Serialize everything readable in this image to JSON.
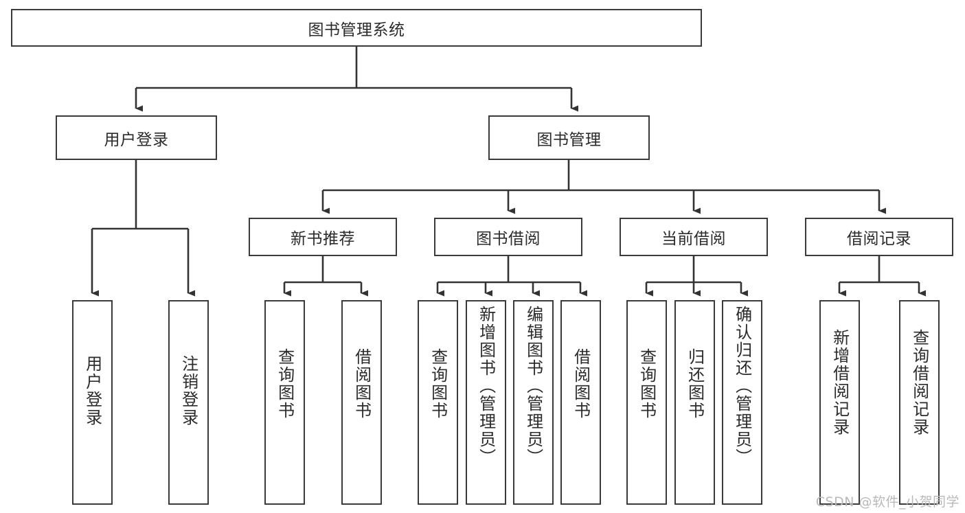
{
  "diagram": {
    "title": "图书管理系统",
    "type": "tree-hierarchy-diagram",
    "watermark": "CSDN @软件_小贺同学",
    "colors": {
      "box_border": "#3a3a3a",
      "box_fill": "#ffffff",
      "connector": "#333333",
      "text": "#2b2b2b",
      "watermark": "#b9b9b9",
      "background": "#ffffff"
    },
    "root": {
      "label": "图书管理系统"
    },
    "level2": [
      {
        "label": "用户登录"
      },
      {
        "label": "图书管理"
      }
    ],
    "level3": [
      {
        "label": "新书推荐"
      },
      {
        "label": "图书借阅"
      },
      {
        "label": "当前借阅"
      },
      {
        "label": "借阅记录"
      }
    ],
    "leaves": {
      "user_login": [
        {
          "label": "用户登录"
        },
        {
          "label": "注销登录"
        }
      ],
      "new_book_recommend": [
        {
          "label": "查询图书"
        },
        {
          "label": "借阅图书"
        }
      ],
      "book_borrow": [
        {
          "label": "查询图书"
        },
        {
          "label": "新增图书（管理员）"
        },
        {
          "label": "编辑图书（管理员）"
        },
        {
          "label": "借阅图书"
        }
      ],
      "current_borrow": [
        {
          "label": "查询图书"
        },
        {
          "label": "归还图书"
        },
        {
          "label": "确认归还（管理员）"
        }
      ],
      "borrow_record": [
        {
          "label": "新增借阅记录"
        },
        {
          "label": "查询借阅记录"
        }
      ]
    }
  }
}
